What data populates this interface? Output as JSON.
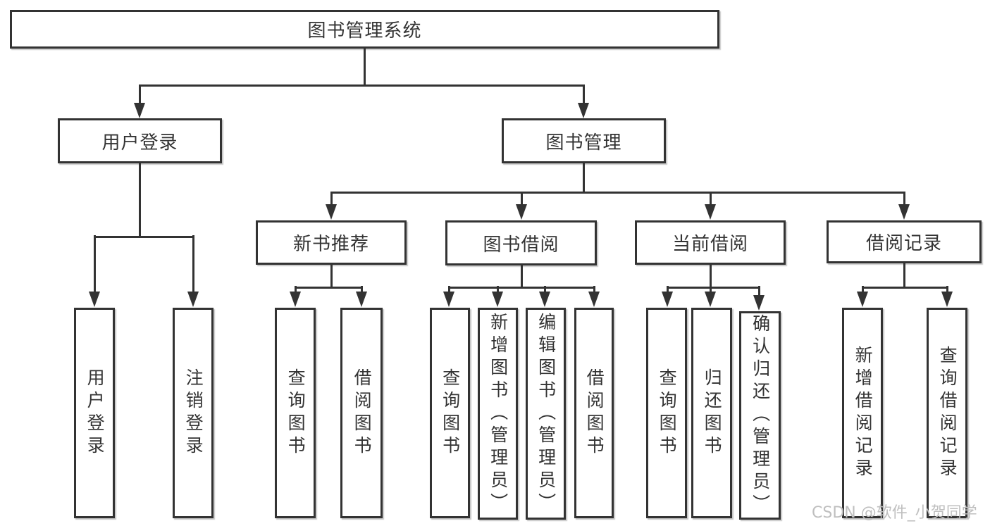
{
  "diagram_type": "hierarchy-flowchart",
  "nodes": {
    "root": "图书管理系统",
    "user_login": "用户登录",
    "book_management": "图书管理",
    "new_book_recommend": "新书推荐",
    "book_borrowing": "图书借阅",
    "current_borrowing": "当前借阅",
    "borrowing_records": "借阅记录",
    "leaf_user_login": "用户登录",
    "leaf_logout": "注销登录",
    "leaf_nb_query": "查询图书",
    "leaf_nb_borrow": "借阅图书",
    "leaf_bb_query": "查询图书",
    "leaf_bb_add": "新增图书（管理员）",
    "leaf_bb_edit": "编辑图书（管理员）",
    "leaf_bb_borrow": "借阅图书",
    "leaf_cb_query": "查询图书",
    "leaf_cb_return": "归还图书",
    "leaf_cb_confirm": "确认归还（管理员）",
    "leaf_br_add": "新增借阅记录",
    "leaf_br_query": "查询借阅记录"
  },
  "structure": {
    "root_children": [
      "用户登录",
      "图书管理"
    ],
    "用户登录": [
      "用户登录",
      "注销登录"
    ],
    "图书管理": [
      "新书推荐",
      "图书借阅",
      "当前借阅",
      "借阅记录"
    ],
    "新书推荐": [
      "查询图书",
      "借阅图书"
    ],
    "图书借阅": [
      "查询图书",
      "新增图书（管理员）",
      "编辑图书（管理员）",
      "借阅图书"
    ],
    "当前借阅": [
      "查询图书",
      "归还图书",
      "确认归还（管理员）"
    ],
    "借阅记录": [
      "新增借阅记录",
      "查询借阅记录"
    ]
  },
  "watermark": "CSDN @软件_小贺同学",
  "colors": {
    "background": "#ffffff",
    "box_fill": "#ffffff",
    "box_border": "#333333",
    "line": "#333333",
    "text": "#333333",
    "watermark": "#bfbfbf"
  }
}
